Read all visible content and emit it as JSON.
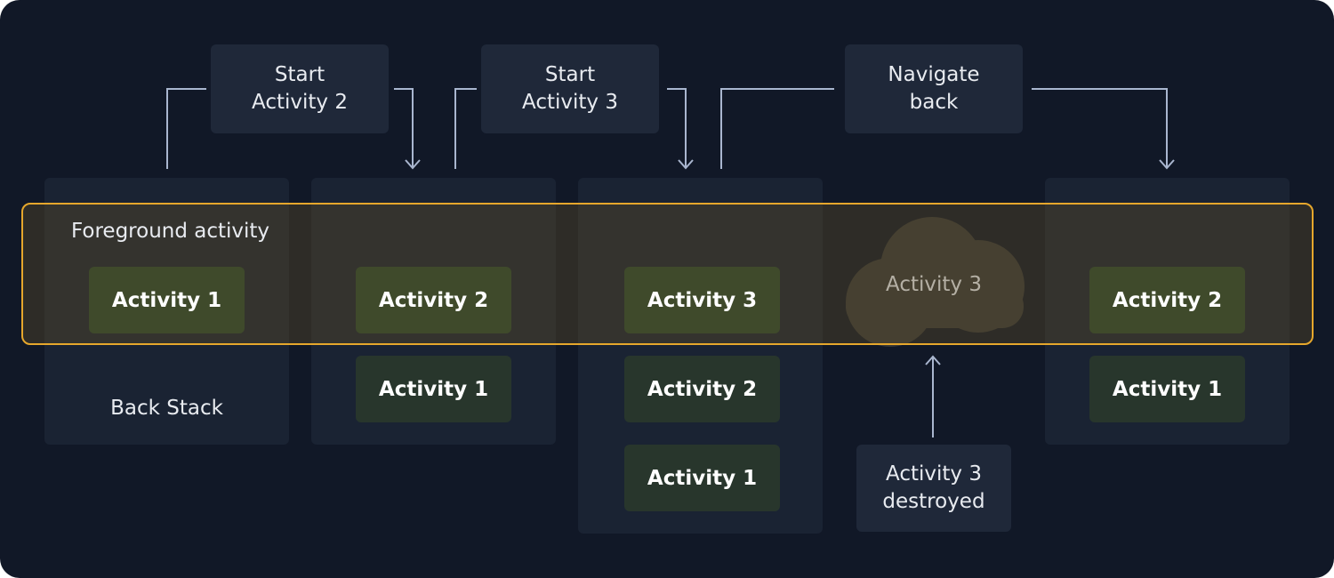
{
  "transitions": {
    "start_activity_2": [
      "Start",
      "Activity 2"
    ],
    "start_activity_3": [
      "Start",
      "Activity 3"
    ],
    "navigate_back": [
      "Navigate",
      "back"
    ]
  },
  "foreground_label": "Foreground activity",
  "back_stack_label": "Back Stack",
  "stacks": [
    [
      "Activity 1"
    ],
    [
      "Activity 2",
      "Activity 1"
    ],
    [
      "Activity 3",
      "Activity 2",
      "Activity 1"
    ],
    [
      "Activity 2",
      "Activity 1"
    ]
  ],
  "cloud_label": "Activity 3",
  "destroyed_label": [
    "Activity 3",
    "destroyed"
  ],
  "colors": {
    "background": "#111827",
    "panel": "#1a2333",
    "foreground_highlight": "#e6a72c",
    "foreground_activity": "#3f4a2b",
    "back_activity": "#28362c",
    "arrow": "#a9b6cf"
  }
}
